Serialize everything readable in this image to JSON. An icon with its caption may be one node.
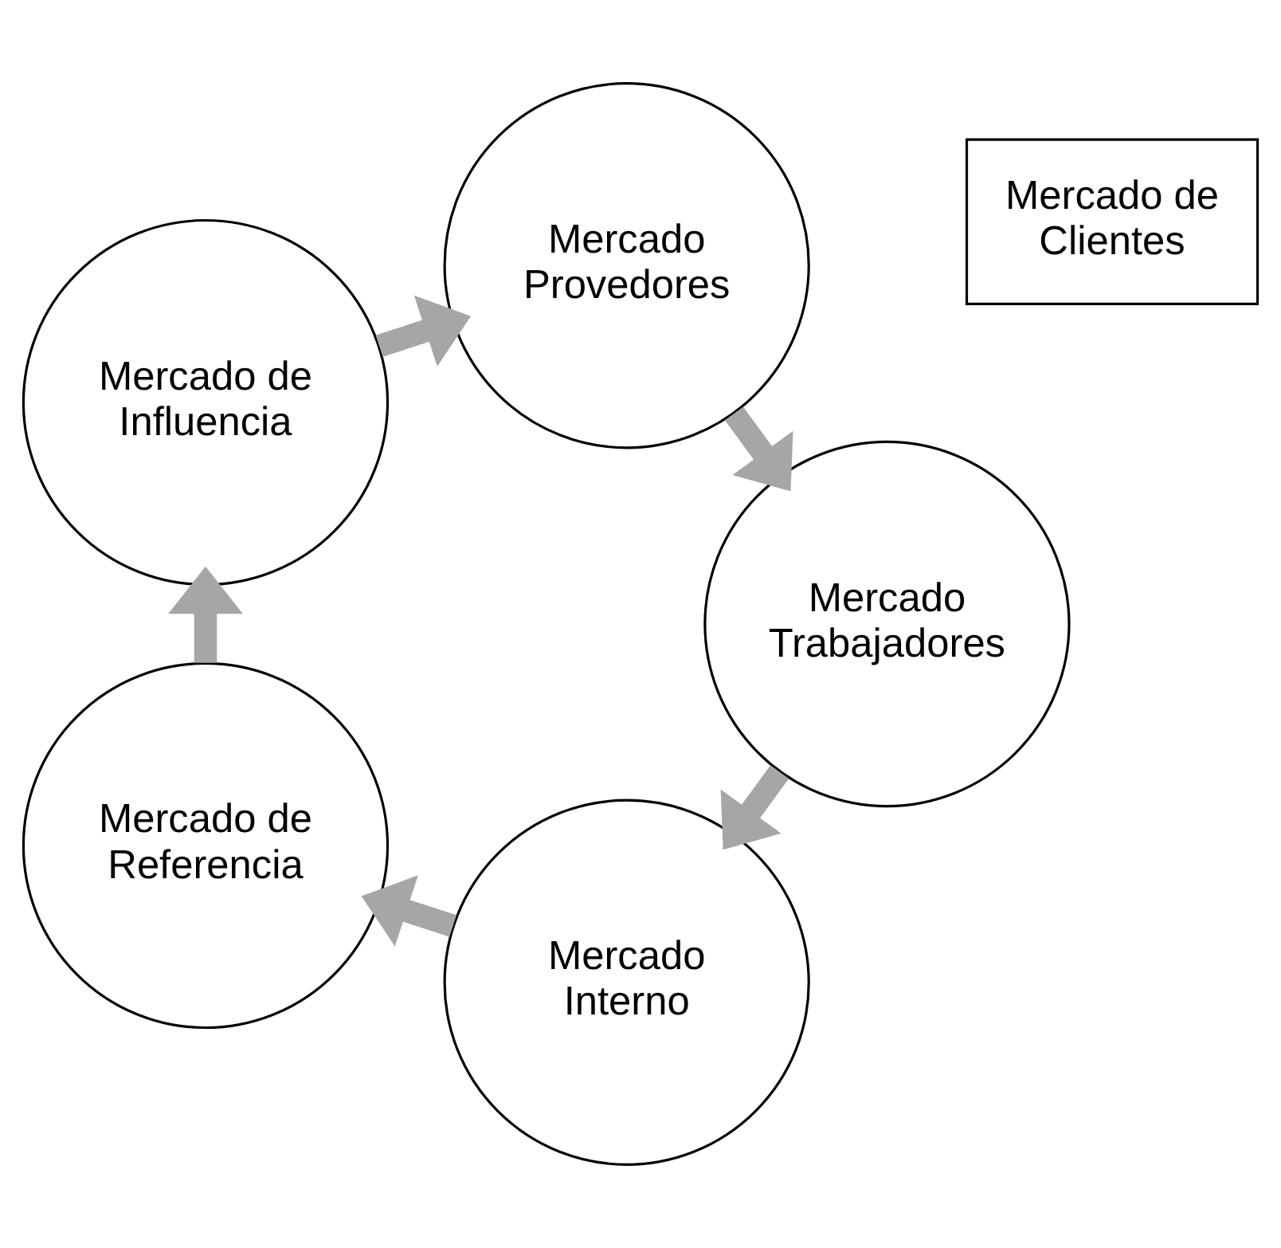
{
  "diagram": {
    "nodes": [
      {
        "text": [
          "Mercado Interno"
        ]
      },
      {
        "text": [
          "Mercado Trabajadores"
        ]
      },
      {
        "text": [
          "Mercado de Referencia"
        ]
      },
      {
        "text": [
          "Mercado de Clientes"
        ]
      },
      {
        "text": [
          "Mercado Provedores"
        ]
      },
      {
        "text": [
          "Mercado de Influencia"
        ]
      }
    ],
    "edges": [
      {
        "from": 0,
        "to": 2,
        "arrow": "to"
      },
      {
        "from": 2,
        "to": 5,
        "arrow": "to"
      },
      {
        "from": 5,
        "to": 4,
        "arrow": "to"
      },
      {
        "from": 4,
        "to": 1,
        "arrow": "to"
      },
      {
        "from": 1,
        "to": 0,
        "arrow": "to"
      }
    ]
  }
}
